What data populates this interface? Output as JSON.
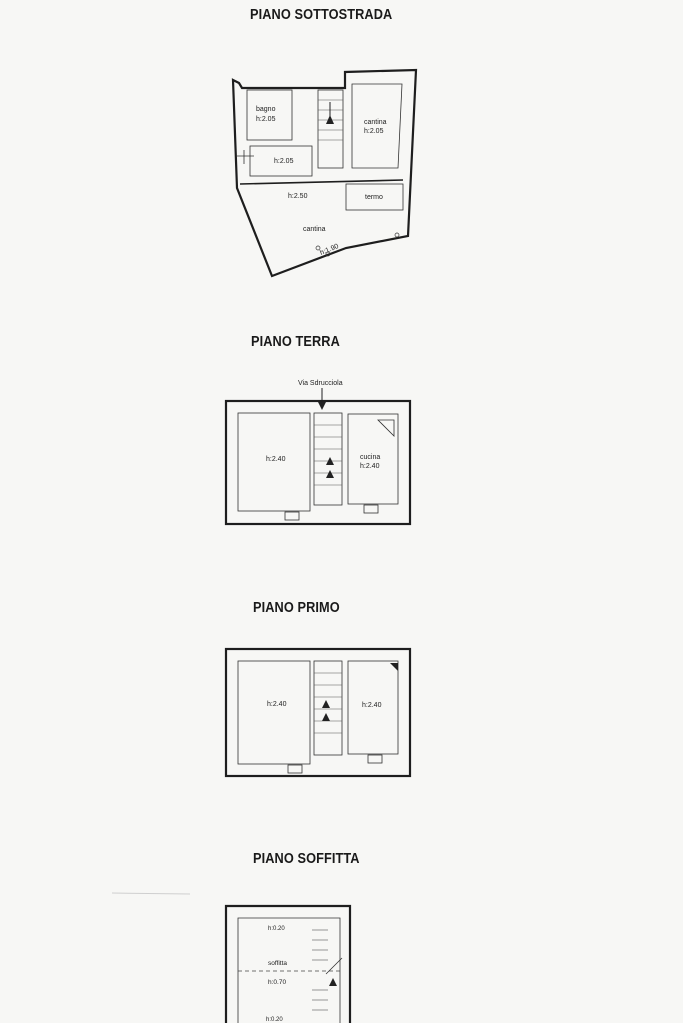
{
  "sections": [
    {
      "title": "PIANO SOTTOSTRADA",
      "labels": {
        "bagno": "bagno",
        "bagno_h": "h:2.05",
        "cantina_top": "cantina",
        "cantina_top_h": "h:2.05",
        "corr_h": "h:2.05",
        "h250": "h:2.50",
        "termo": "termo",
        "cantina_bottom": "cantina",
        "h190": "h:1.90"
      }
    },
    {
      "title": "PIANO TERRA",
      "labels": {
        "street": "Via Sdrucciola",
        "left_h": "h:2.40",
        "cucina": "cucina",
        "cucina_h": "h:2.40"
      }
    },
    {
      "title": "PIANO PRIMO",
      "labels": {
        "left_h": "h:2.40",
        "right_h": "h:2.40"
      }
    },
    {
      "title": "PIANO SOFFITTA",
      "labels": {
        "h020_top": "h:0.20",
        "soffitta": "soffitta",
        "h070": "h:0.70",
        "h020_bottom": "h:0.20"
      }
    }
  ]
}
